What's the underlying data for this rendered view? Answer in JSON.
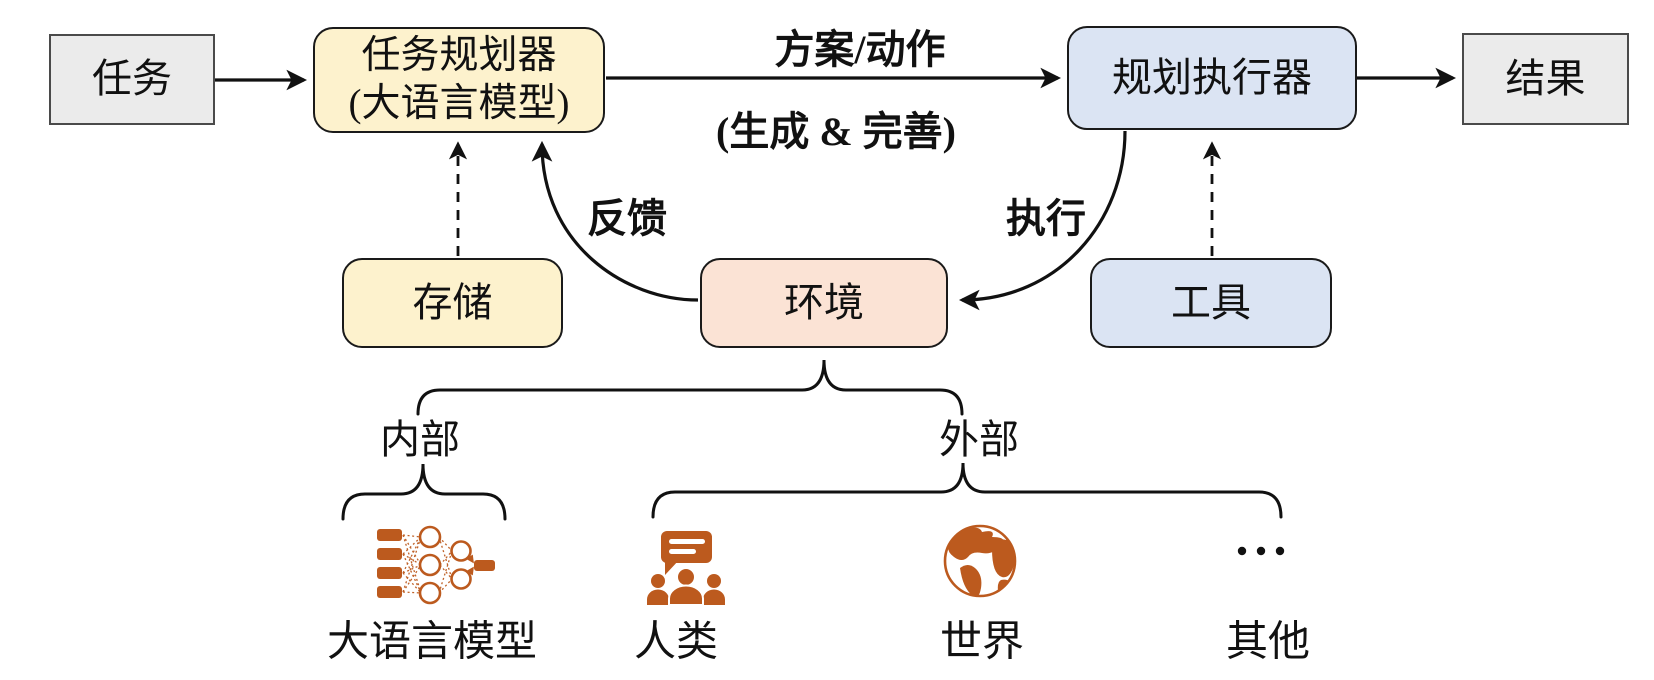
{
  "colors": {
    "box_gray": "#ebebeb",
    "box_cream": "#fdf2cd",
    "box_blue": "#dbe4f3",
    "box_salmon": "#fbe3d5",
    "icon_orange": "#bc5a1e",
    "line_black": "#111111"
  },
  "nodes": {
    "task": {
      "label": "任务"
    },
    "planner": {
      "line1": "任务规划器",
      "line2": "(大语言模型)"
    },
    "executor": {
      "label": "规划执行器"
    },
    "result": {
      "label": "结果"
    },
    "memory": {
      "label": "存储"
    },
    "environment": {
      "label": "环境"
    },
    "tools": {
      "label": "工具"
    }
  },
  "edges": {
    "plan_action_label": "方案/动作",
    "generate_refine_label": "(生成 & 完善)",
    "feedback_label": "反馈",
    "execute_label": "执行"
  },
  "tree": {
    "internal_label": "内部",
    "external_label": "外部",
    "leaves": [
      {
        "label": "大语言模型",
        "icon": "neural-network-icon"
      },
      {
        "label": "人类",
        "icon": "humans-icon"
      },
      {
        "label": "世界",
        "icon": "globe-icon"
      },
      {
        "label": "其他",
        "icon": "ellipsis-icon",
        "ellipsis": "···"
      }
    ]
  }
}
